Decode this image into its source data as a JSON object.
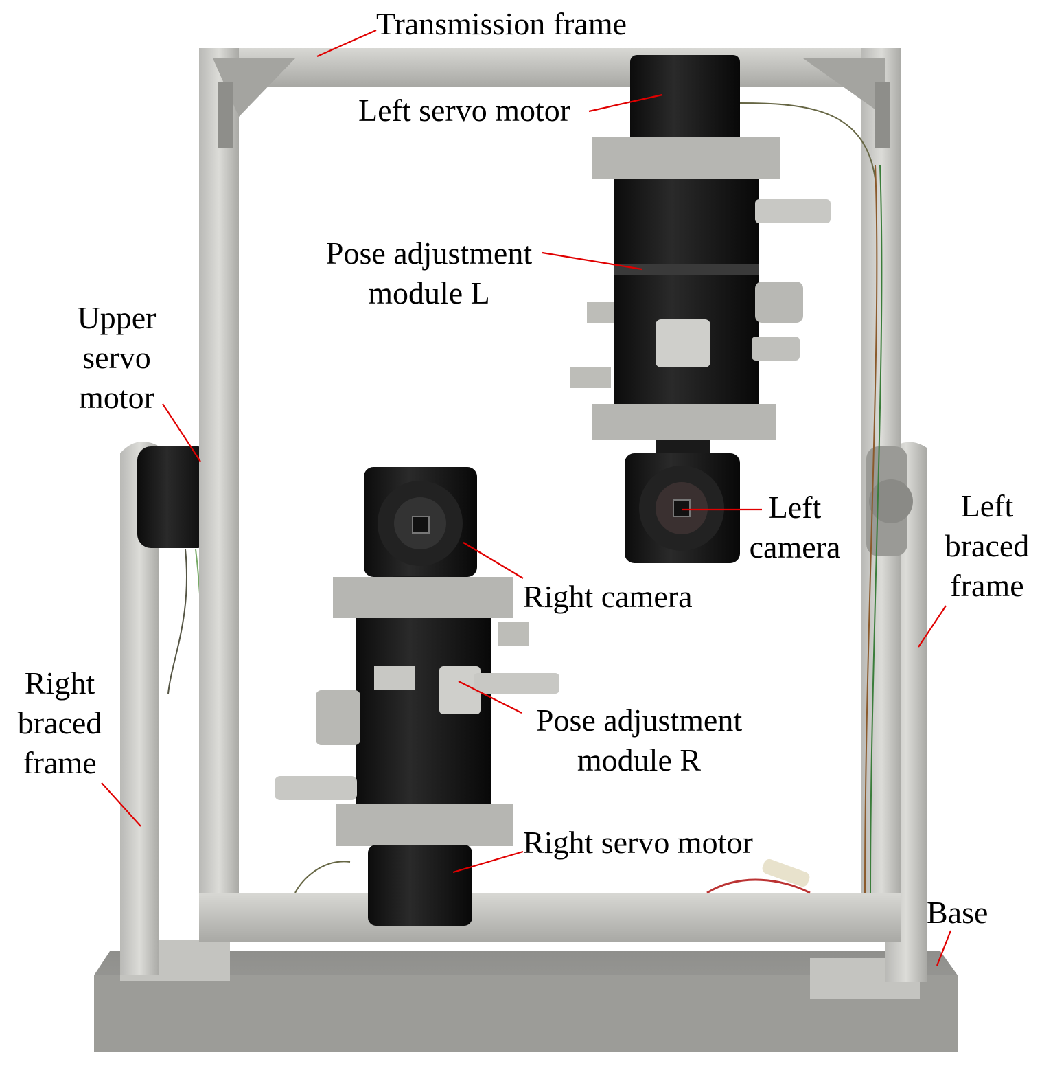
{
  "labels": {
    "transmission_frame": "Transmission frame",
    "left_servo_motor": "Left servo motor",
    "pose_adjustment_l": [
      "Pose adjustment",
      "module L"
    ],
    "upper_servo_motor": [
      "Upper",
      "servo",
      "motor"
    ],
    "left_camera": [
      "Left",
      "camera"
    ],
    "left_braced_frame": [
      "Left",
      "braced",
      "frame"
    ],
    "right_camera": "Right camera",
    "right_braced_frame": [
      "Right",
      "braced",
      "frame"
    ],
    "pose_adjustment_r": [
      "Pose adjustment",
      "module R"
    ],
    "right_servo_motor": "Right servo motor",
    "base": "Base"
  },
  "colors": {
    "leader": "#e00000"
  }
}
